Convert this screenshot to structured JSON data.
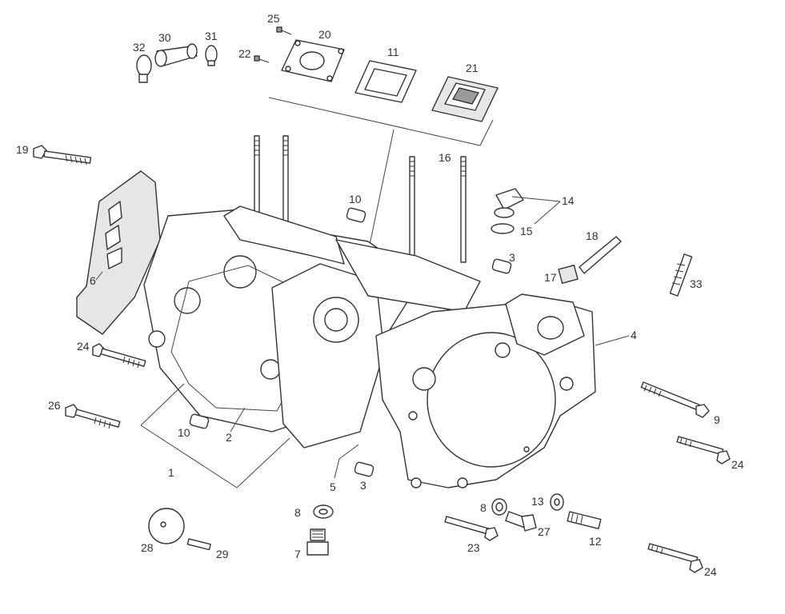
{
  "callouts": {
    "c1": "1",
    "c2": "2",
    "c3a": "3",
    "c3b": "3",
    "c4": "4",
    "c5": "5",
    "c6": "6",
    "c7": "7",
    "c8a": "8",
    "c8b": "8",
    "c9": "9",
    "c10a": "10",
    "c10b": "10",
    "c11": "11",
    "c12": "12",
    "c13": "13",
    "c14": "14",
    "c15": "15",
    "c16": "16",
    "c17": "17",
    "c18": "18",
    "c19": "19",
    "c20": "20",
    "c21": "21",
    "c22": "22",
    "c23": "23",
    "c24a": "24",
    "c24b": "24",
    "c24c": "24",
    "c25": "25",
    "c26": "26",
    "c27": "27",
    "c28": "28",
    "c29": "29",
    "c30": "30",
    "c31": "31",
    "c32": "32",
    "c33": "33"
  }
}
